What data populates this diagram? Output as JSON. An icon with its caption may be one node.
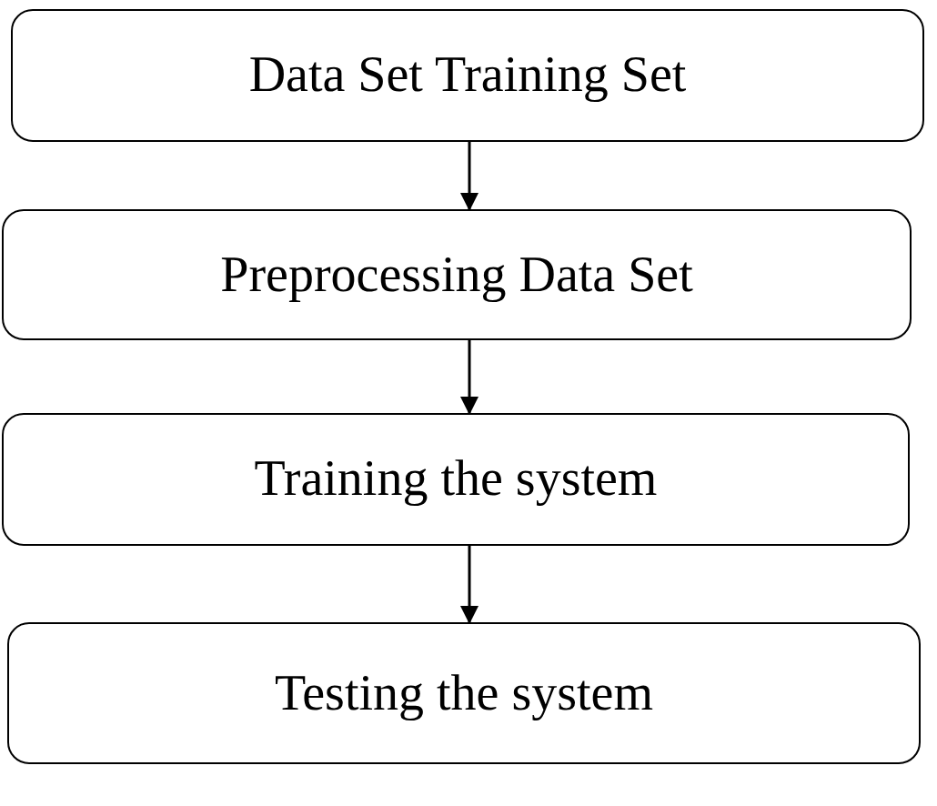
{
  "diagram": {
    "nodes": [
      {
        "text": [
          "Data Set Training Set"
        ]
      },
      {
        "text": [
          "Preprocessing Data Set"
        ]
      },
      {
        "text": [
          "Training the system"
        ]
      },
      {
        "text": [
          "Testing the system"
        ]
      }
    ],
    "edges": [
      {
        "from": 0,
        "to": 1,
        "arrow": "to"
      },
      {
        "from": 1,
        "to": 2,
        "arrow": "to"
      },
      {
        "from": 2,
        "to": 3,
        "arrow": "to"
      }
    ]
  }
}
